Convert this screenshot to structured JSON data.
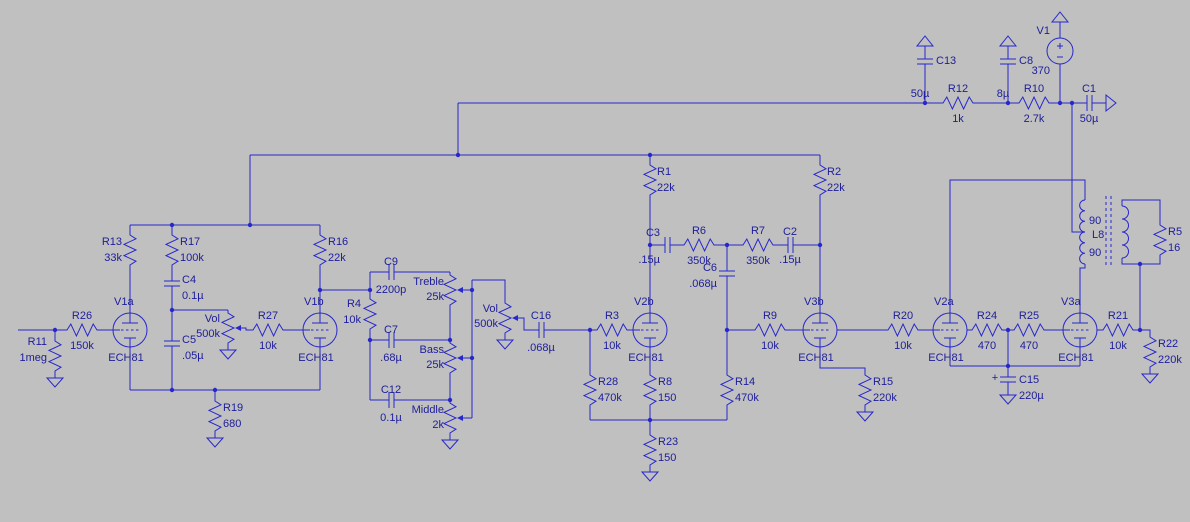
{
  "colors": {
    "background": "#c0c0c0",
    "wire": "#2727cc",
    "label": "#1d1d99"
  },
  "schematic": {
    "resistors": {
      "R11": {
        "ref": "R11",
        "value": "1meg"
      },
      "R26": {
        "ref": "R26",
        "value": "150k"
      },
      "R13": {
        "ref": "R13",
        "value": "33k"
      },
      "R17": {
        "ref": "R17",
        "value": "100k"
      },
      "R16": {
        "ref": "R16",
        "value": "22k"
      },
      "R27": {
        "ref": "R27",
        "value": "10k"
      },
      "R19": {
        "ref": "R19",
        "value": "680"
      },
      "R4": {
        "ref": "R4",
        "value": "10k"
      },
      "R28": {
        "ref": "R28",
        "value": "470k"
      },
      "R3": {
        "ref": "R3",
        "value": "10k"
      },
      "R1": {
        "ref": "R1",
        "value": "22k"
      },
      "R2": {
        "ref": "R2",
        "value": "22k"
      },
      "R6": {
        "ref": "R6",
        "value": "350k"
      },
      "R7": {
        "ref": "R7",
        "value": "350k"
      },
      "R9": {
        "ref": "R9",
        "value": "10k"
      },
      "R8": {
        "ref": "R8",
        "value": "150"
      },
      "R23": {
        "ref": "R23",
        "value": "150"
      },
      "R14": {
        "ref": "R14",
        "value": "470k"
      },
      "R15": {
        "ref": "R15",
        "value": "220k"
      },
      "R20": {
        "ref": "R20",
        "value": "10k"
      },
      "R24": {
        "ref": "R24",
        "value": "470"
      },
      "R25": {
        "ref": "R25",
        "value": "470"
      },
      "R21": {
        "ref": "R21",
        "value": "10k"
      },
      "R22": {
        "ref": "R22",
        "value": "220k"
      },
      "R12": {
        "ref": "R12",
        "value": "1k"
      },
      "R10": {
        "ref": "R10",
        "value": "2.7k"
      },
      "R5": {
        "ref": "R5",
        "value": "16"
      }
    },
    "capacitors": {
      "C4": {
        "ref": "C4",
        "value": "0.1µ"
      },
      "C5": {
        "ref": "C5",
        "value": ".05µ"
      },
      "C9": {
        "ref": "C9",
        "value": "2200p"
      },
      "C7": {
        "ref": "C7",
        "value": ".68µ"
      },
      "C12": {
        "ref": "C12",
        "value": "0.1µ"
      },
      "C16": {
        "ref": "C16",
        "value": ".068µ"
      },
      "C3": {
        "ref": "C3",
        "value": ".15µ"
      },
      "C2": {
        "ref": "C2",
        "value": ".15µ"
      },
      "C6": {
        "ref": "C6",
        "value": ".068µ"
      },
      "C15": {
        "ref": "C15",
        "value": "220µ",
        "polarity": "+"
      },
      "C13": {
        "ref": "C13",
        "value": "50µ"
      },
      "C8": {
        "ref": "C8",
        "value": "8µ"
      },
      "C1": {
        "ref": "C1",
        "value": "50µ"
      }
    },
    "potentiometers": {
      "vol1": {
        "ref": "Vol",
        "value": "500k"
      },
      "treble": {
        "ref": "Treble",
        "value": "25k"
      },
      "bass": {
        "ref": "Bass",
        "value": "25k"
      },
      "middle": {
        "ref": "Middle",
        "value": "2k"
      },
      "vol2": {
        "ref": "Vol",
        "value": "500k"
      }
    },
    "tubes": {
      "V1a": {
        "ref": "V1a",
        "type": "ECH81"
      },
      "V1b": {
        "ref": "V1b",
        "type": "ECH81"
      },
      "V2b": {
        "ref": "V2b",
        "type": "ECH81"
      },
      "V3b": {
        "ref": "V3b",
        "type": "ECH81"
      },
      "V2a": {
        "ref": "V2a",
        "type": "ECH81"
      },
      "V3a": {
        "ref": "V3a",
        "type": "ECH81"
      }
    },
    "source": {
      "ref": "V1",
      "value": "370"
    },
    "transformer": {
      "ref": "L8",
      "primary_top_turns": "90",
      "primary_bottom_turns": "90"
    }
  }
}
